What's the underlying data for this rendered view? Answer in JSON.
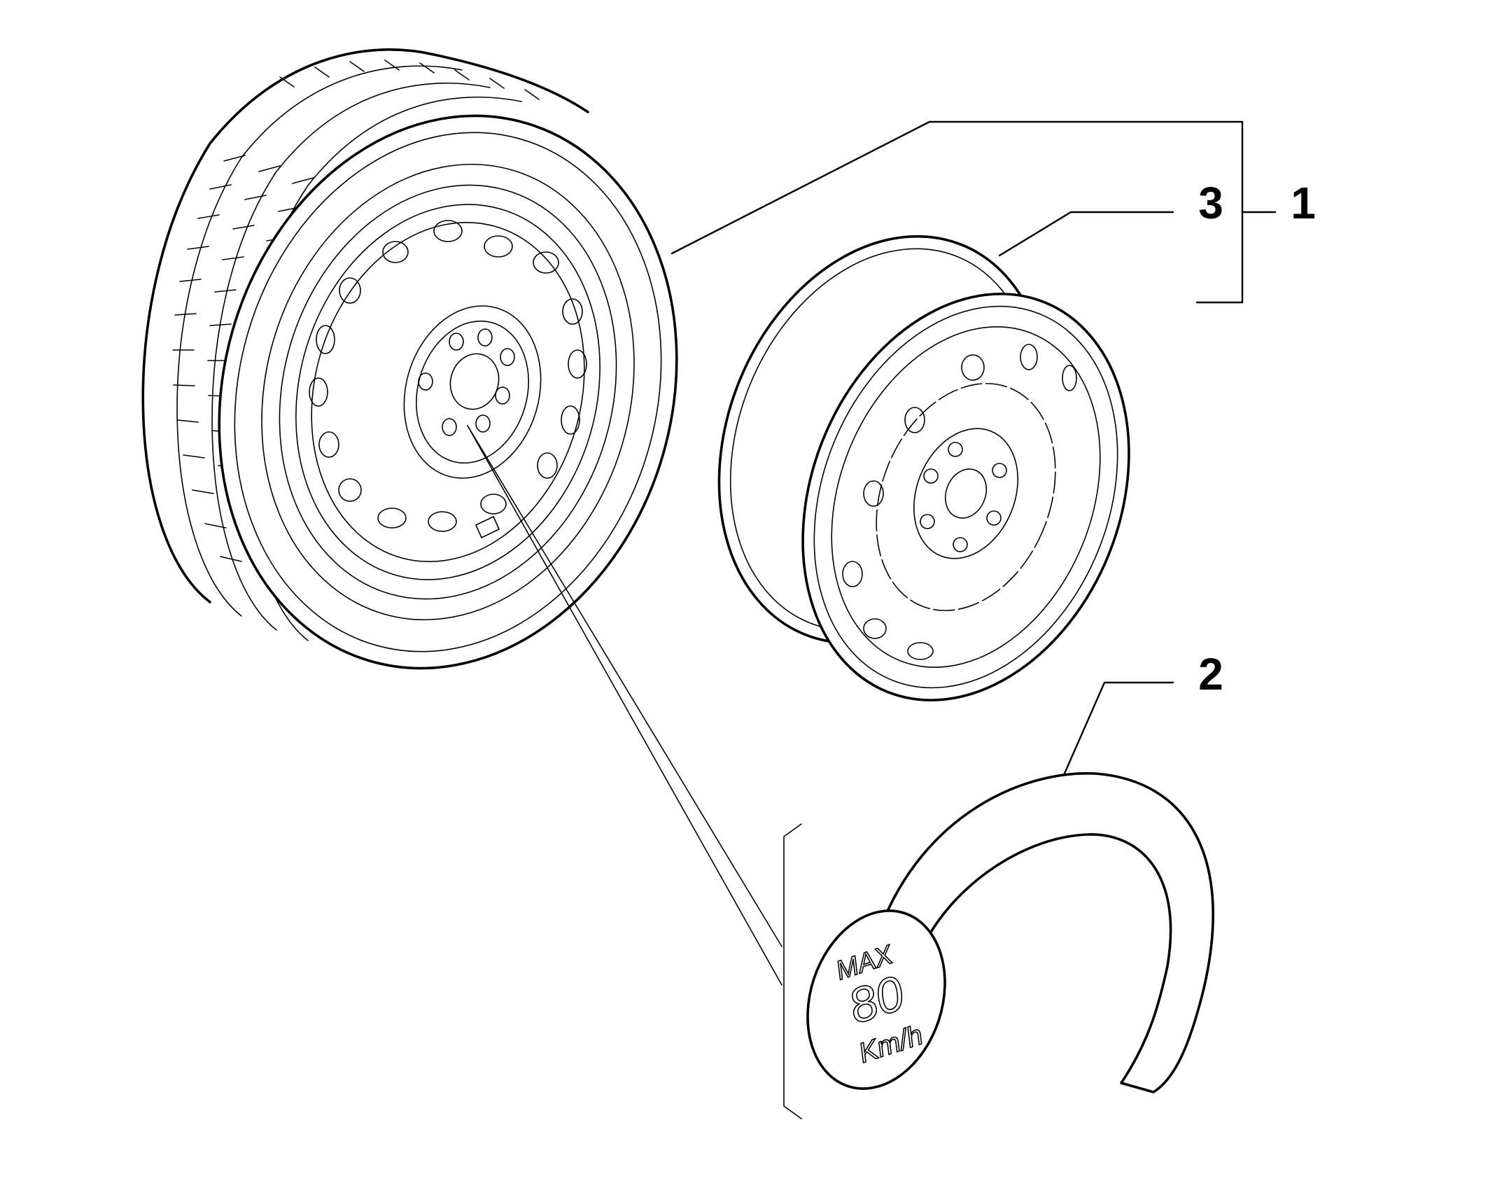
{
  "callouts": [
    {
      "id": "1",
      "label": "1"
    },
    {
      "id": "2",
      "label": "2"
    },
    {
      "id": "3",
      "label": "3"
    }
  ],
  "decal": {
    "line1": "MAX",
    "line2": "80",
    "line3": "Km/h"
  }
}
